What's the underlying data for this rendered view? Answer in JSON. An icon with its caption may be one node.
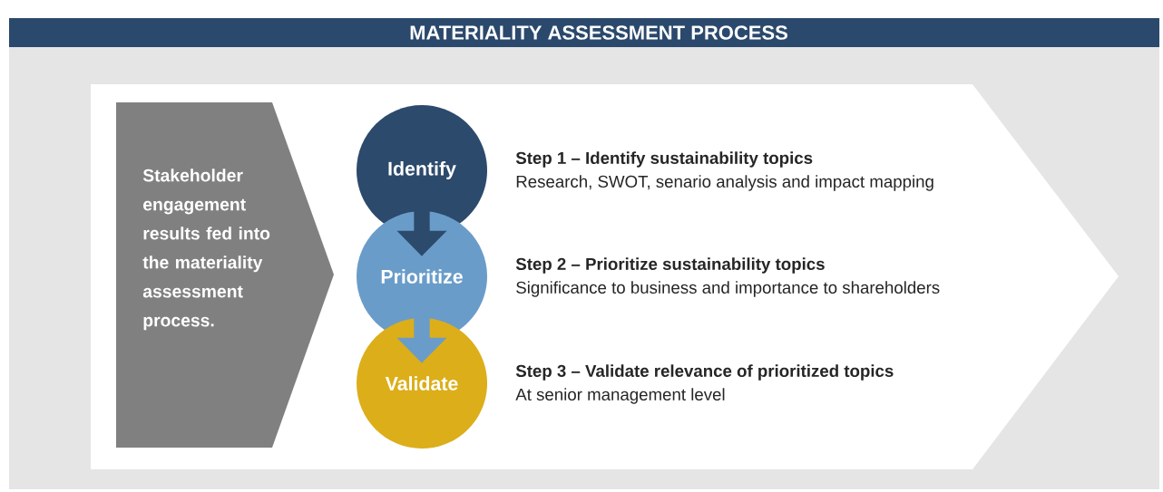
{
  "diagram": {
    "title": "MATERIALITY ASSESSMENT PROCESS",
    "nodes": [
      {
        "text": [
          "Stakeholder engagement results fed into the materiality assessment process."
        ]
      },
      {
        "text": [
          "Identify"
        ],
        "beside": [
          "Step 1 – Identify sustainability topics",
          "Research, SWOT, senario analysis and impact mapping"
        ]
      },
      {
        "text": [
          "Prioritize"
        ],
        "beside": [
          "Step 2 – Prioritize sustainability topics",
          "Significance to business and importance to shareholders"
        ]
      },
      {
        "text": [
          "Validate"
        ],
        "beside": [
          "Step 3 – Validate relevance of prioritized topics",
          "At senior management level"
        ]
      }
    ],
    "edges": [
      {
        "from": 1,
        "to": 2,
        "arrow": "to",
        "color": "#2c4a6c"
      },
      {
        "from": 2,
        "to": 3,
        "arrow": "to",
        "color": "#6a9cc9"
      }
    ]
  }
}
